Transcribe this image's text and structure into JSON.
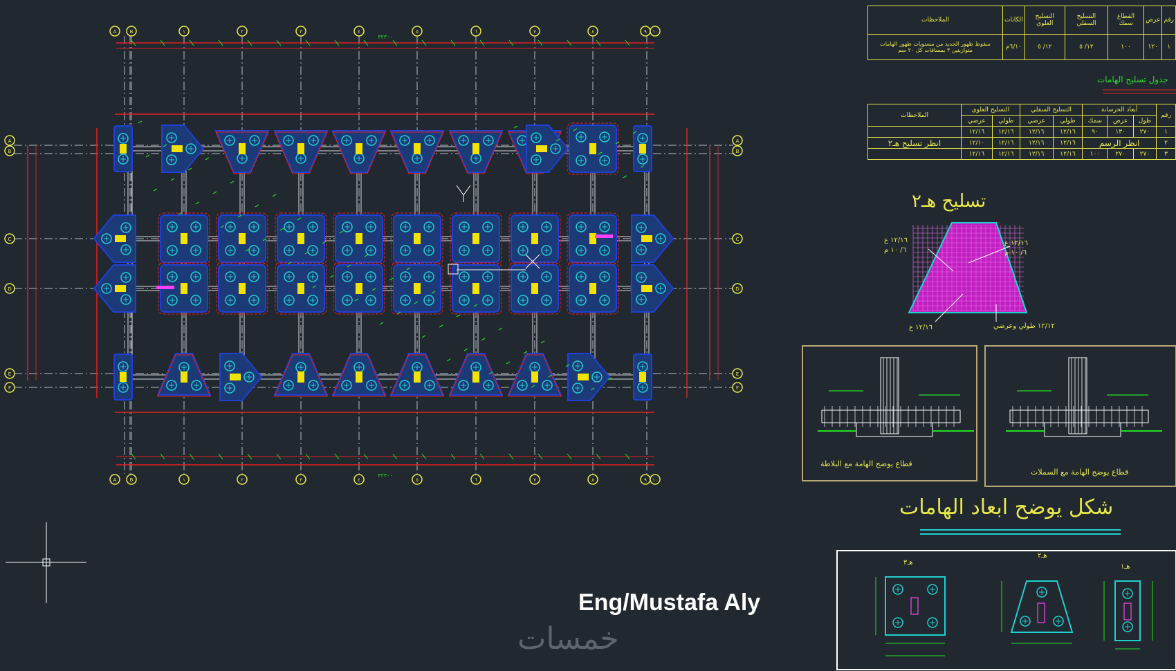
{
  "drawing": {
    "watermark": "Eng/Mustafa Aly",
    "brand": "خمسات",
    "colors": {
      "background": "#212830",
      "grid_red": "#e02020",
      "axis_gray": "#b9bec4",
      "footing_blue": "#1e40d8",
      "footing_fill": "#1d3a78",
      "column_yellow": "#f2e400",
      "bolt_cyan": "#20d0d0",
      "green_text": "#24e024",
      "title_yellow": "#e8e84a",
      "section_fill": "#c020c0"
    }
  },
  "axes": {
    "top_labels": [
      "١٠",
      "٩",
      "٨",
      "٧",
      "٦",
      "٥",
      "٤",
      "٣",
      "٢",
      "١",
      "B",
      "A"
    ],
    "left_labels": [
      "A",
      "B",
      "C",
      "D",
      "E",
      "F"
    ],
    "right_labels": [
      "A",
      "B",
      "C",
      "D",
      "E",
      "F"
    ],
    "dimension_top": "٣٢٣٠٠",
    "dimension_bottom": "٣٢٣٠٠"
  },
  "tables": {
    "top": {
      "headers": [
        "الملاحظات",
        "الكانات",
        "التسليح العلوي",
        "التسليح السفلي",
        "القطاع سمك",
        "عرض",
        "رقم"
      ],
      "rows": [
        [
          "سقوط ظهور الحديد من مستويات ظهور الهامات متوازيتين ٣ بمسافات كل ٢٠ سم",
          "٦/١٠م",
          "١٢/ ٥",
          "١٢/ ٥",
          "١٠٠",
          "١٢٠",
          "١"
        ]
      ]
    },
    "middle_title": "جدول تسليح الهامات",
    "middle": {
      "headers": [
        "الملاحظات",
        "التسليح العلوي",
        "التسليح السفلي",
        "أبعاد الخرسانة",
        "رقم"
      ],
      "subheaders": [
        "عرضي",
        "طولي",
        "عرضي",
        "طولي",
        "سمك",
        "عرض",
        "طول"
      ],
      "rows": [
        [
          "",
          "١٢/١٦",
          "١٢/١٦",
          "١٢/١٦",
          "١٢/١٦",
          "٩٠",
          "١٣٠",
          "٢٧٠",
          "١"
        ],
        [
          "انظر تسليح هـ٢",
          "١٢/١٠",
          "١٢/١٦",
          "١٢/١٦",
          "١٢/١٦",
          "انظر الرسم",
          "",
          "",
          "٢"
        ],
        [
          "",
          "١٢/١٦",
          "١٢/١٦",
          "١٢/١٦",
          "١٢/١٦",
          "١٠٠",
          "٢٧٠",
          "٢٧٠",
          "٣"
        ]
      ]
    }
  },
  "labels": {
    "section_title": "تسليح هـ٢",
    "section_note_left_top": "١٢/١٦ ع",
    "section_note_left_top2": "٦/ ١٠ م",
    "section_note_right_top": "١٢/١٦ ع",
    "section_note_right_top2": "٦/ ١٠ م",
    "section_note_left_bottom": "١٢/١٦ ع",
    "section_note_right_bottom": "١٢/١٢ طولي وعرضي",
    "detail_left_caption": "قطاع يوضح الهامة مع البلاطة",
    "detail_right_caption": "قطاع يوضح الهامة مع السملات",
    "dims_title": "شكل يوضح ابعاد الهامات",
    "pile_cap_1": "هـ١",
    "pile_cap_2": "هـ٢",
    "pile_cap_3": "هـ٣"
  }
}
